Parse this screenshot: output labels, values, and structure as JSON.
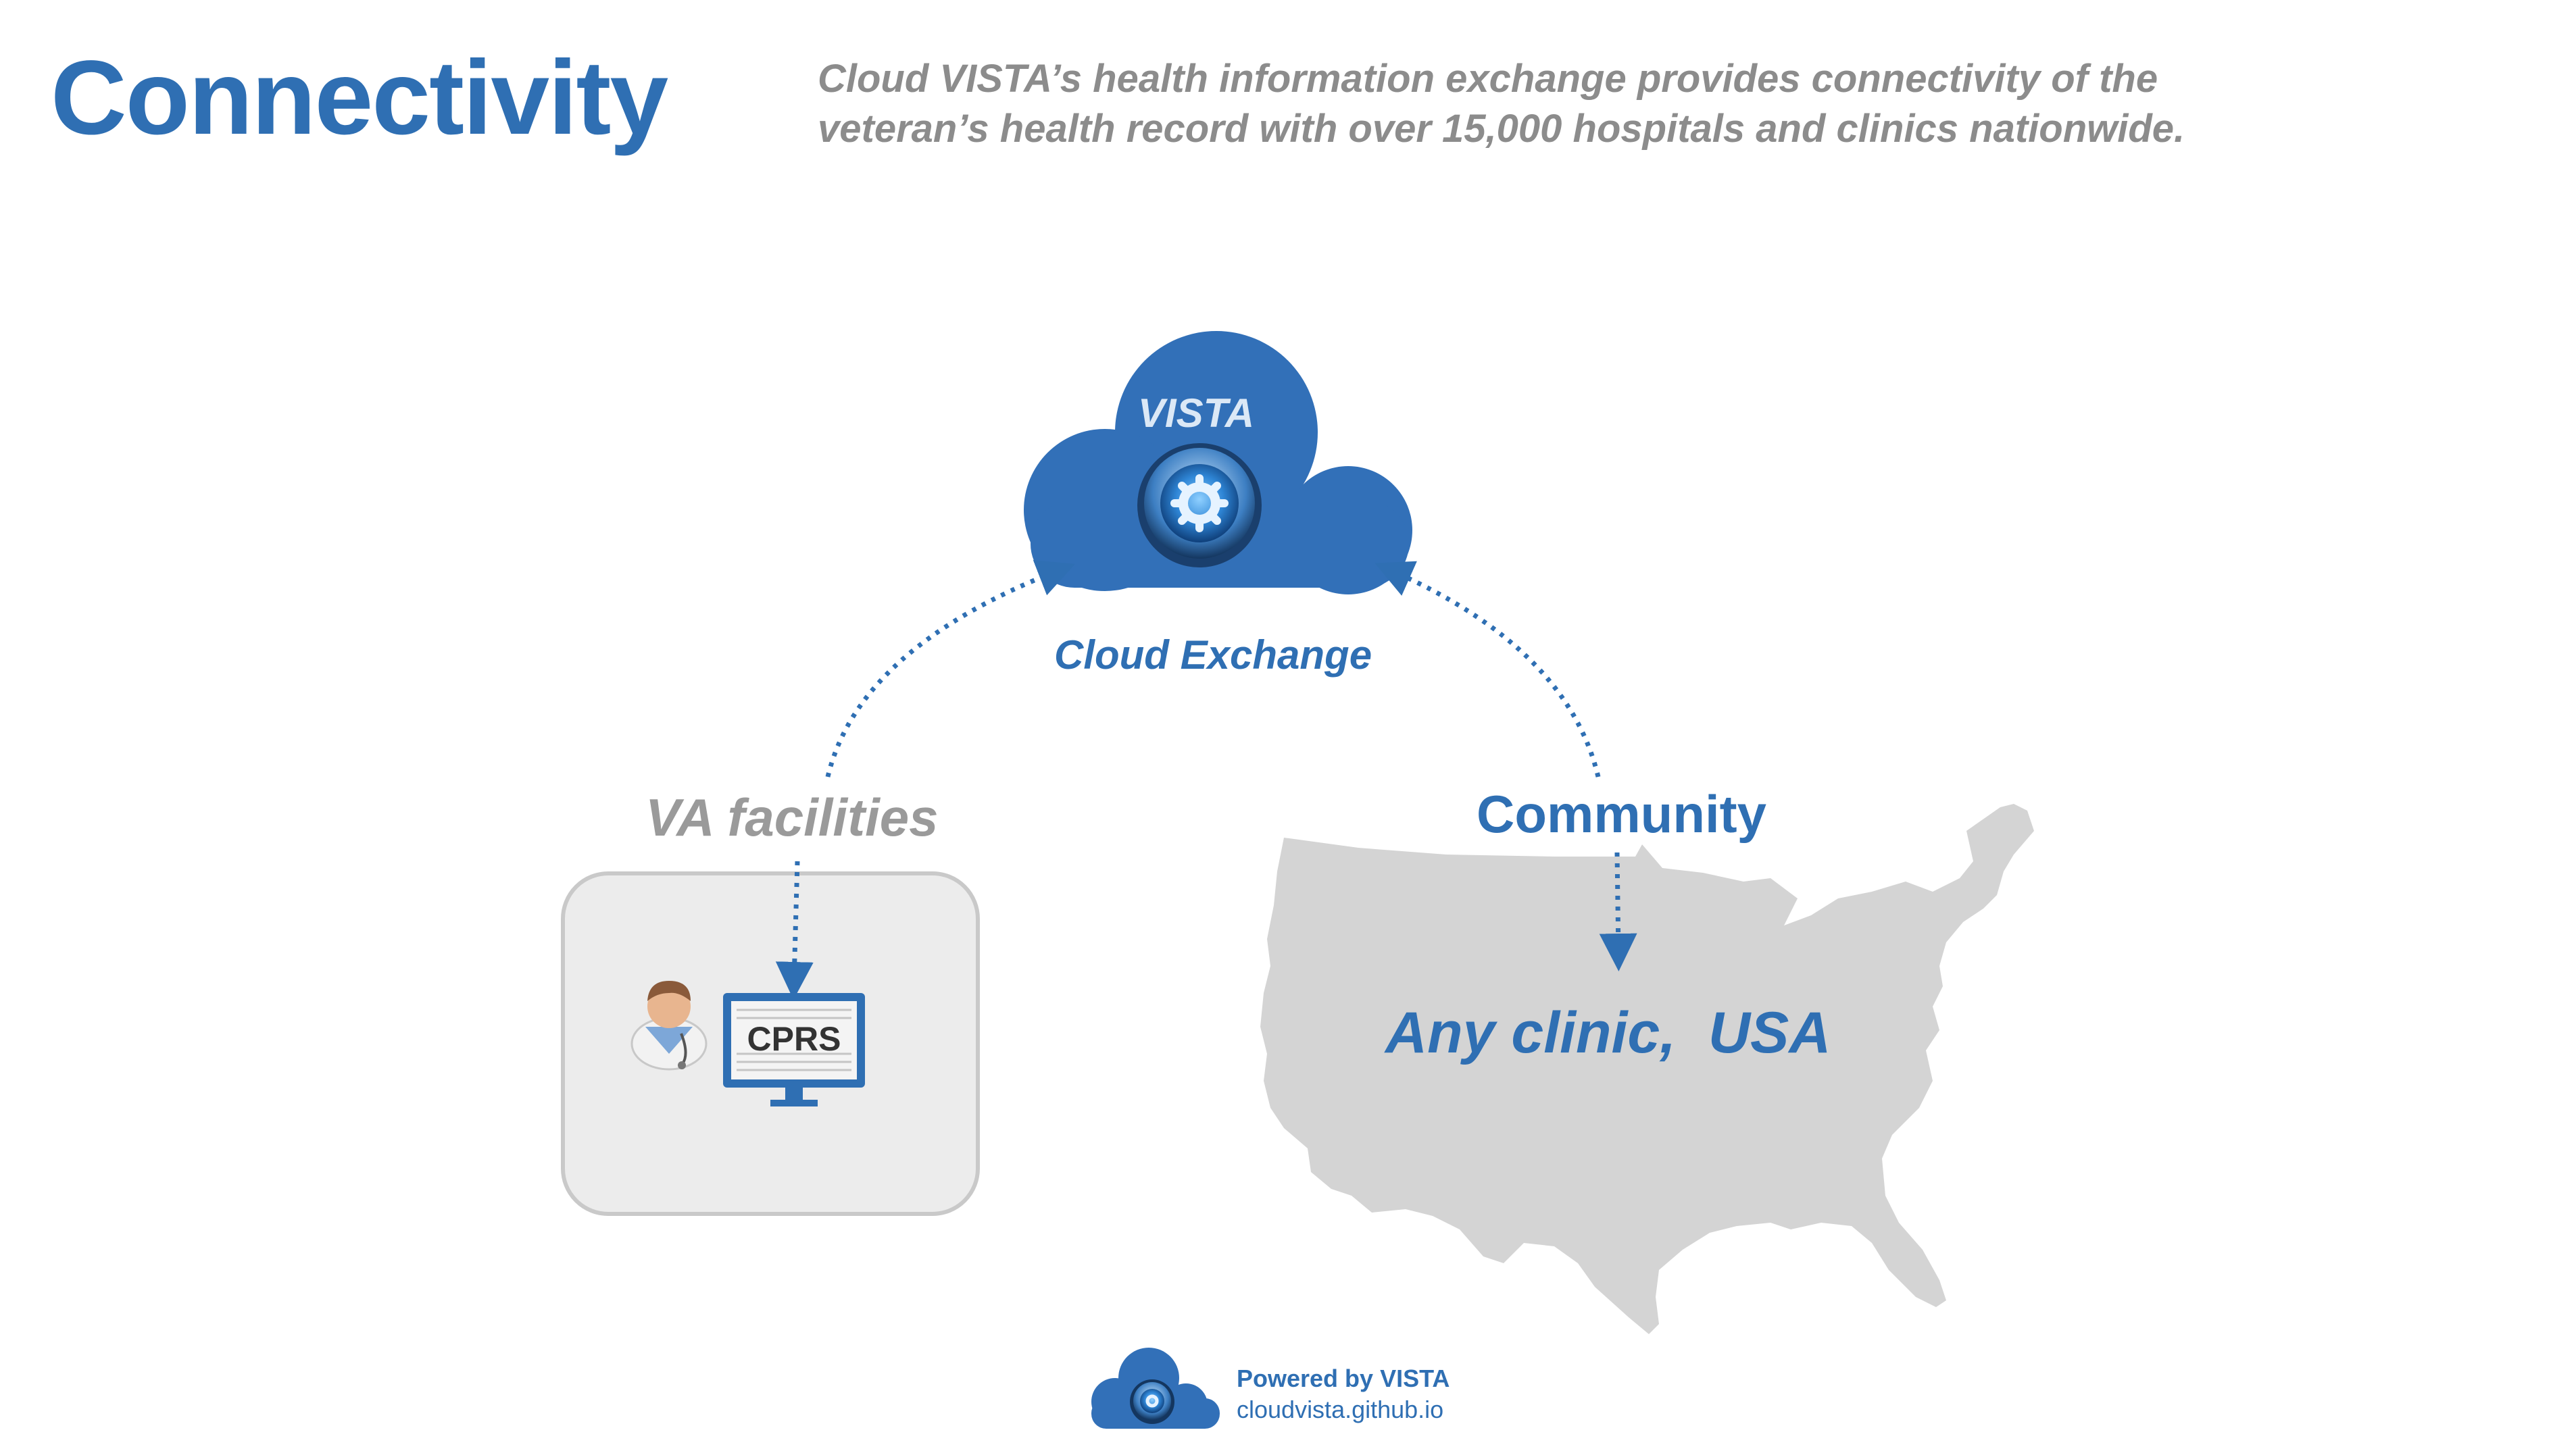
{
  "header": {
    "title": "Connectivity",
    "subtitle": "Cloud VISTA’s  health information  exchange provides connectivity of the\nveteran’s health record with over 15,000 hospitals and clinics nationwide."
  },
  "diagram": {
    "cloud_label": "VISTA",
    "exchange_label": "Cloud Exchange",
    "va_label": "VA facilities",
    "community_label": "Community",
    "clinic_label": "Any clinic,  USA",
    "monitor_label": "CPRS"
  },
  "footer": {
    "powered_by": "Powered by VISTA",
    "url": "cloudvista.github.io"
  },
  "colors": {
    "brand_blue": "#2f6fb3",
    "gray_text": "#8c8c8c",
    "map_gray": "#d4d4d4",
    "box_gray": "#ececec"
  },
  "icons": [
    "cloud-icon",
    "gear-icon",
    "doctor-icon",
    "monitor-icon",
    "usa-map-icon"
  ]
}
